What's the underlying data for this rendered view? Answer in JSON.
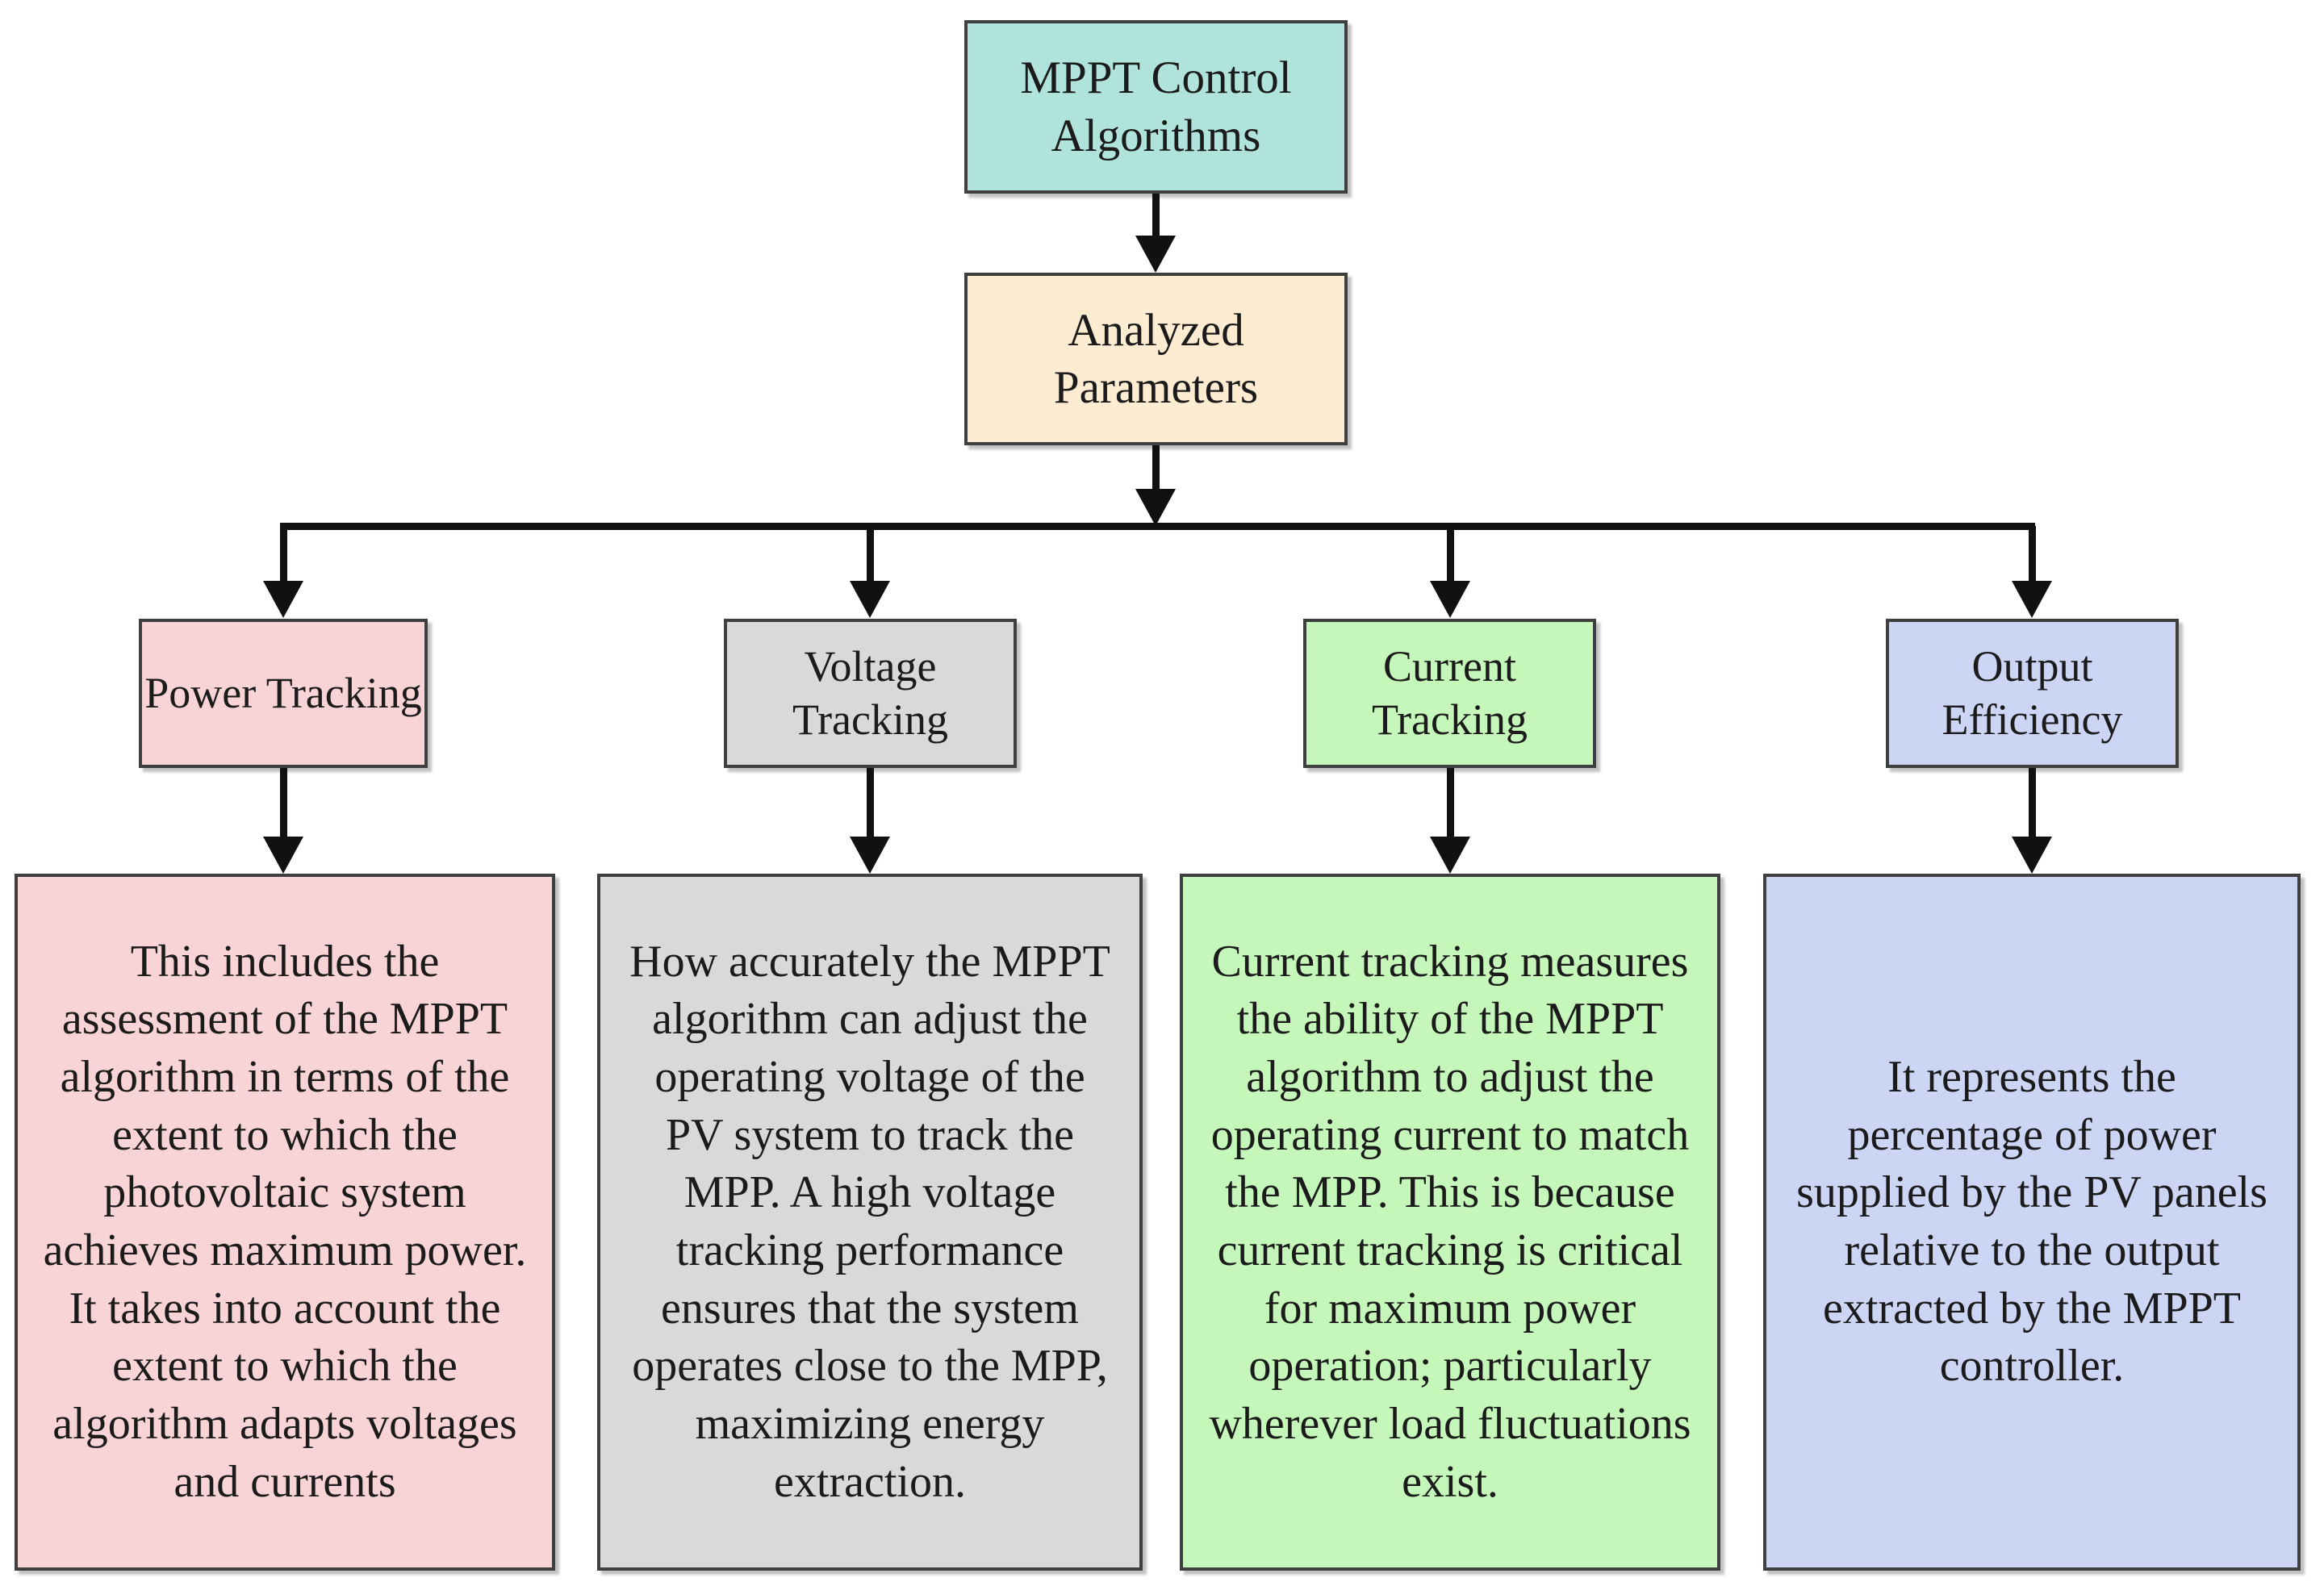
{
  "diagram": {
    "title": "MPPT control algorithms analyzed parameters flowchart",
    "root": {
      "label": "MPPT Control Algorithms",
      "color": "#b0e3dc"
    },
    "level2": {
      "label": "Analyzed Parameters",
      "color": "#fdecd1"
    },
    "branches": [
      {
        "label": "Power Tracking",
        "color": "#f9d4d6",
        "description": "This includes the assessment of the MPPT algorithm in terms of the extent to which the photovoltaic system achieves maximum power. It takes into account the extent to which the algorithm adapts voltages and currents"
      },
      {
        "label": "Voltage Tracking",
        "color": "#d9d9d9",
        "description": "How accurately the MPPT algorithm can adjust the operating voltage of the PV system to track the MPP. A high voltage tracking performance ensures that the system operates close to the MPP, maximizing energy extraction."
      },
      {
        "label": "Current Tracking",
        "color": "#c5f7ba",
        "description": "Current tracking measures the ability of the MPPT algorithm to adjust the operating current to match the MPP. This is because current tracking is critical for maximum power operation; particularly wherever load fluctuations exist."
      },
      {
        "label": "Output Efficiency",
        "color": "#cdd5f5",
        "description": "It represents the percentage of power supplied by the PV panels relative to the output extracted by the MPPT controller."
      }
    ],
    "line_color": "#111111",
    "border_color": "#3f3f3f"
  }
}
